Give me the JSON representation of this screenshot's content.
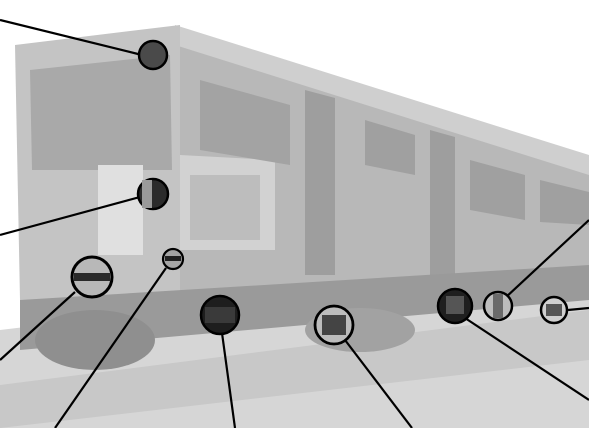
{
  "figure": {
    "subject": "train",
    "colors": {
      "background": "#ffffff",
      "ground": "#d6d6d6",
      "body_light": "#bdbdbd",
      "body_mid": "#a6a6a6",
      "body_dark": "#8a8a8a",
      "window": "#b4b4b4",
      "leader_line": "#000000",
      "callout_fill": "#2b2b2b"
    },
    "callouts": [
      {
        "id": "c1",
        "target": "roof-front-lamp"
      },
      {
        "id": "c2",
        "target": "front-panel-lamp"
      },
      {
        "id": "c3",
        "target": "left-headlight"
      },
      {
        "id": "c4",
        "target": "small-lamp"
      },
      {
        "id": "c5",
        "target": "coupler-box"
      },
      {
        "id": "c6",
        "target": "underframe-equipment-1"
      },
      {
        "id": "c7",
        "target": "underframe-equipment-2"
      },
      {
        "id": "c8",
        "target": "side-equipment"
      },
      {
        "id": "c9",
        "target": "rear-underframe-box"
      }
    ]
  }
}
